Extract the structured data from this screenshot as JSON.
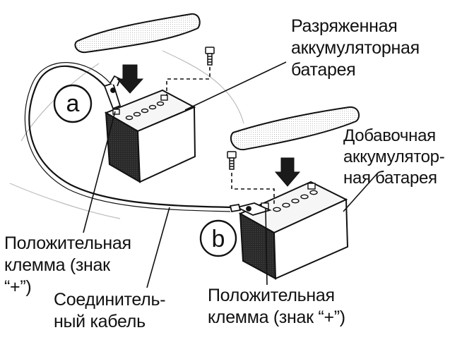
{
  "labels": {
    "discharged_battery": [
      "Разряженная",
      "аккумуляторная",
      "батарея"
    ],
    "booster_battery": [
      "Добавочная",
      "аккумулятор-",
      "ная батарея"
    ],
    "positive_terminal_a": [
      "Положительная",
      "клемма (знак",
      "“+”)"
    ],
    "connecting_cable": [
      "Соединитель-",
      "ный кабель"
    ],
    "positive_terminal_b": [
      "Положительная",
      "клемма (знак “+”)"
    ],
    "marker_a": "a",
    "marker_b": "b"
  },
  "colors": {
    "ink": "#111111",
    "battery_dark": "#2b2b2b",
    "battery_light": "#f4f4f4"
  }
}
